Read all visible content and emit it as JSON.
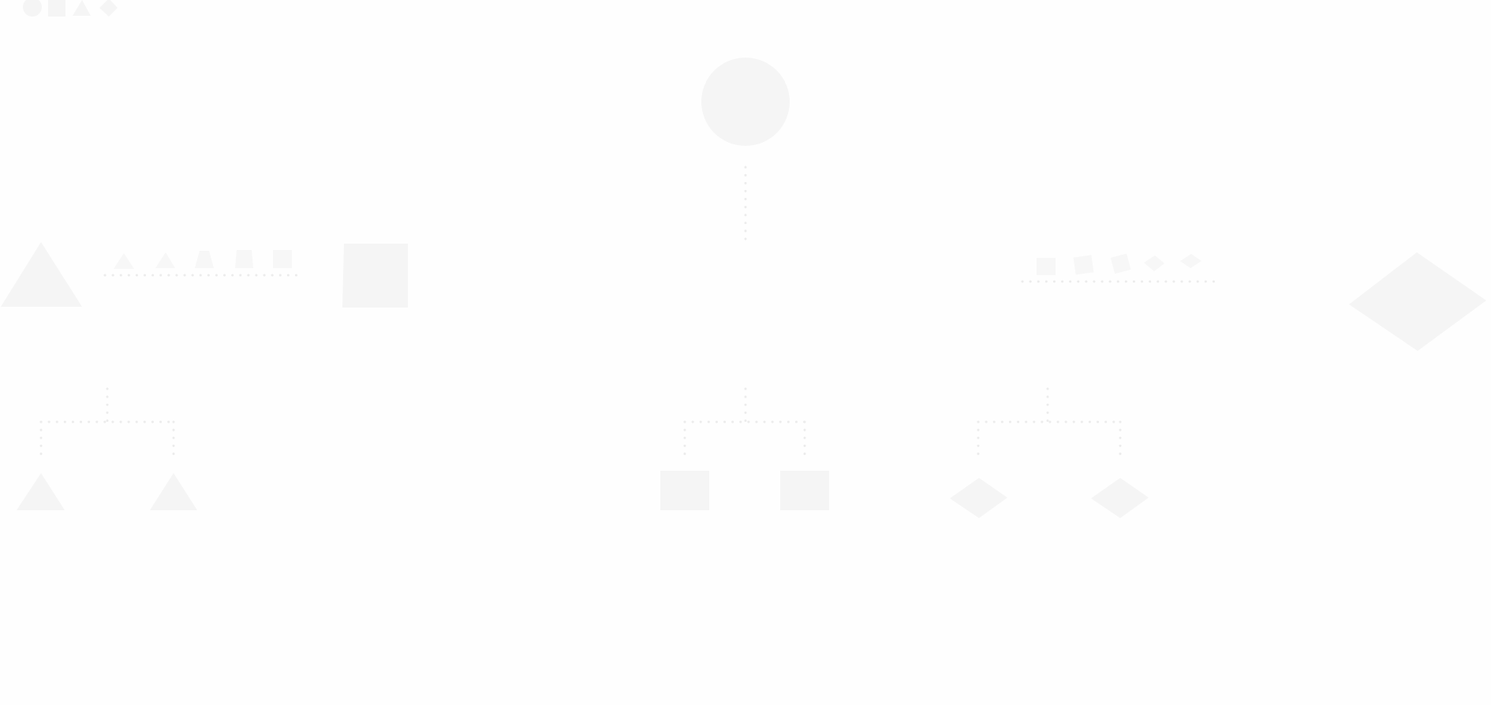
{
  "diagram": {
    "fill_color": "#f5f5f5",
    "connector_color": "#ececec",
    "background_color": "#fefefe",
    "legend_shapes": [
      "circle",
      "square",
      "triangle",
      "diamond"
    ],
    "root": {
      "shape": "circle",
      "children": [
        {
          "shape": "triangle",
          "sequence": [
            "triangle",
            "triangle",
            "trapezoid",
            "trapezoid",
            "square"
          ],
          "children": [
            "triangle",
            "triangle"
          ]
        },
        {
          "shape": "square",
          "children": [
            "square",
            "square"
          ]
        },
        {
          "shape": "diamond",
          "sequence": [
            "square",
            "square",
            "square",
            "diamond",
            "diamond"
          ],
          "children": [
            "diamond",
            "diamond"
          ]
        }
      ]
    }
  }
}
